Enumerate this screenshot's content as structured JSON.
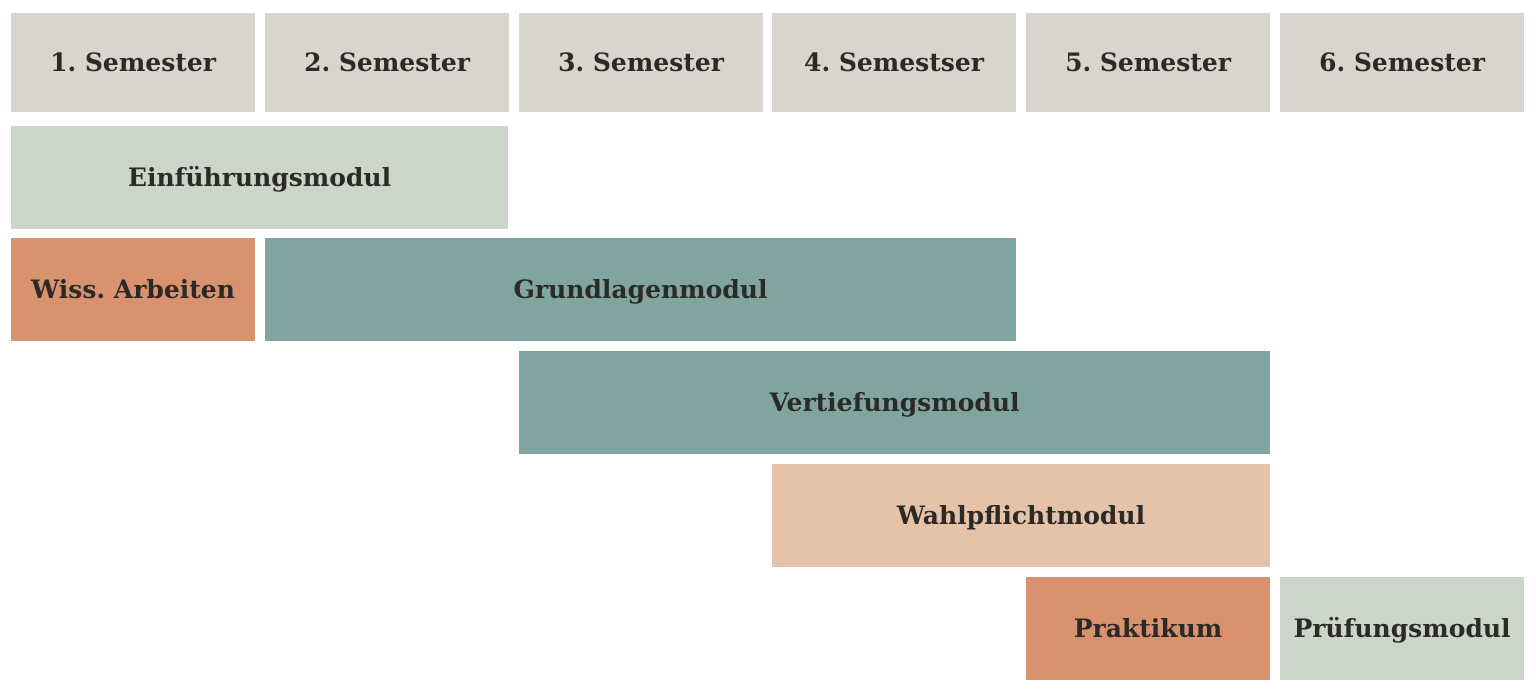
{
  "colors": {
    "background": "#ffffff",
    "header_bg": "#d8d5cf",
    "sage": "#ccd5c9",
    "teal": "#80a5a1",
    "salmon": "#d8926e",
    "peach": "#e6c3a8",
    "text": "#2b2a26"
  },
  "header": {
    "cells": [
      "1. Semester",
      "2. Semester",
      "3. Semester",
      "4. Semestser",
      "5. Semester",
      "6. Semester"
    ]
  },
  "modules": [
    {
      "label": "Einführungsmodul",
      "semesters": "1–2",
      "color": "sage"
    },
    {
      "label": "Wiss. Arbeiten",
      "semesters": "1",
      "color": "salmon"
    },
    {
      "label": "Grundlagenmodul",
      "semesters": "2–4",
      "color": "teal"
    },
    {
      "label": "Vertiefungsmodul",
      "semesters": "3–5",
      "color": "teal"
    },
    {
      "label": "Wahlpflichtmodul",
      "semesters": "4–5",
      "color": "peach"
    },
    {
      "label": "Praktikum",
      "semesters": "5",
      "color": "salmon"
    },
    {
      "label": "Prüfungsmodul",
      "semesters": "6",
      "color": "sage"
    }
  ]
}
